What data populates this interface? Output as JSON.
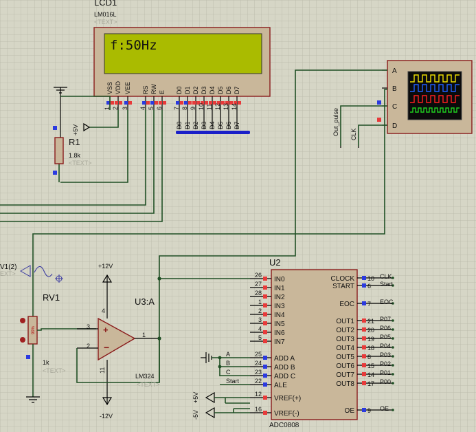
{
  "lcd": {
    "ref": "LCD1",
    "part": "LM016L",
    "text_placeholder": "<TEXT>",
    "display": "f:50Hz",
    "pins": [
      "VSS",
      "VDD",
      "VEE",
      "RS",
      "RW",
      "E",
      "D0",
      "D1",
      "D2",
      "D3",
      "D4",
      "D5",
      "D6",
      "D7"
    ],
    "pin_numbers": [
      "1",
      "2",
      "3",
      "4",
      "5",
      "6",
      "7",
      "8",
      "9",
      "10",
      "11",
      "12",
      "13",
      "14"
    ],
    "bus_labels": [
      "D0",
      "D1",
      "D2",
      "D3",
      "D4",
      "D5",
      "D6",
      "D7"
    ]
  },
  "r1": {
    "ref": "R1",
    "value": "1.8k",
    "text": "<TEXT>",
    "supply": "+5V"
  },
  "scope": {
    "channels": [
      "A",
      "B",
      "C",
      "D"
    ],
    "trace_colors": [
      "#f0e000",
      "#2060ff",
      "#ff2020",
      "#20d020"
    ],
    "probe_labels": [
      "Out_pulse",
      "CLK"
    ]
  },
  "generator": {
    "label": "V1(2)",
    "text": "EXT>"
  },
  "rv1": {
    "ref": "RV1",
    "value": "1k",
    "text": "<TEXT>",
    "percent": "99%"
  },
  "opamp": {
    "ref": "U3:A",
    "part": "LM324",
    "text": "<TEXT>",
    "vplus": "+12V",
    "vminus": "-12V",
    "pins": {
      "inp": "3",
      "inn": "2",
      "out": "1",
      "vcc": "4",
      "vee": "11"
    }
  },
  "adc": {
    "ref": "U2",
    "part": "ADC0808",
    "left_pins": [
      {
        "num": "26",
        "name": "IN0"
      },
      {
        "num": "27",
        "name": "IN1"
      },
      {
        "num": "28",
        "name": "IN2"
      },
      {
        "num": "1",
        "name": "IN3"
      },
      {
        "num": "2",
        "name": "IN4"
      },
      {
        "num": "3",
        "name": "IN5"
      },
      {
        "num": "4",
        "name": "IN6"
      },
      {
        "num": "5",
        "name": "IN7"
      },
      {
        "num": "25",
        "name": "ADD A"
      },
      {
        "num": "24",
        "name": "ADD B"
      },
      {
        "num": "23",
        "name": "ADD C"
      },
      {
        "num": "22",
        "name": "ALE"
      },
      {
        "num": "12",
        "name": "VREF(+)"
      },
      {
        "num": "16",
        "name": "VREF(-)"
      }
    ],
    "right_pins": [
      {
        "num": "10",
        "name": "CLOCK",
        "net": "CLK"
      },
      {
        "num": "6",
        "name": "START",
        "net": "Start"
      },
      {
        "num": "7",
        "name": "EOC",
        "net": "EOC"
      },
      {
        "num": "21",
        "name": "OUT1",
        "net": "P07"
      },
      {
        "num": "20",
        "name": "OUT2",
        "net": "P06"
      },
      {
        "num": "19",
        "name": "OUT3",
        "net": "P05"
      },
      {
        "num": "18",
        "name": "OUT4",
        "net": "P04"
      },
      {
        "num": "8",
        "name": "OUT5",
        "net": "P03"
      },
      {
        "num": "15",
        "name": "OUT6",
        "net": "P02"
      },
      {
        "num": "14",
        "name": "OUT7",
        "net": "P01"
      },
      {
        "num": "17",
        "name": "OUT8",
        "net": "P00"
      },
      {
        "num": "9",
        "name": "OE",
        "net": "OE"
      }
    ],
    "addr_nets": [
      "A",
      "B",
      "C",
      "Start"
    ],
    "vref_labels": [
      "+5V",
      "-5V"
    ]
  }
}
